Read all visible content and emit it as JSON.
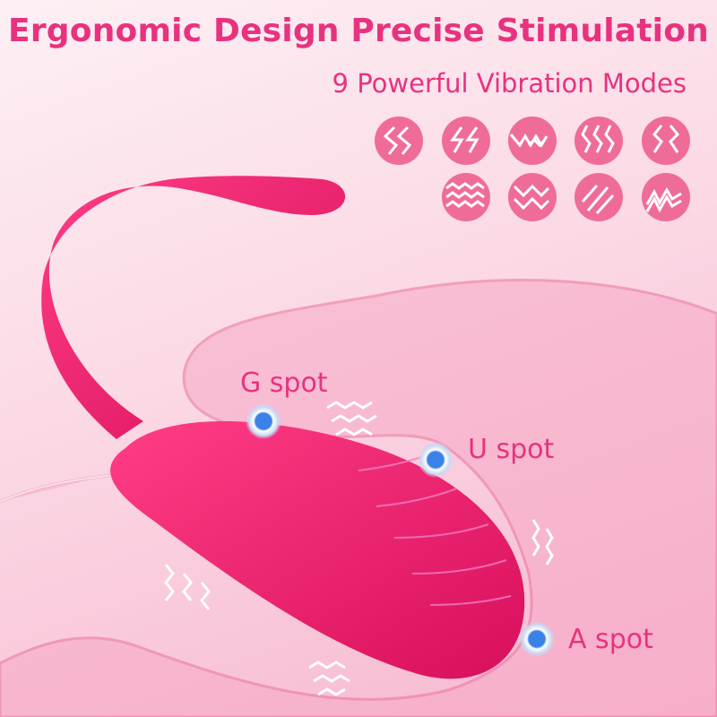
{
  "header": {
    "title": "Ergonomic Design Precise Stimulation",
    "subtitle": "9 Powerful Vibration Modes"
  },
  "modes": {
    "icon_color": "#f06c98",
    "icons": [
      "zigzag-double-icon",
      "lightning-icon",
      "wave-burst-icon",
      "zigzag-triple-icon",
      "zigzag-mirror-icon",
      "wave-triple-icon",
      "wave-double-icon",
      "diagonal-lines-icon",
      "sawtooth-icon"
    ]
  },
  "spots": {
    "g": "G spot",
    "u": "U spot",
    "a": "A spot",
    "marker_color": "#3b82e8"
  },
  "colors": {
    "accent": "#e8327f",
    "product": "#f0236f"
  }
}
